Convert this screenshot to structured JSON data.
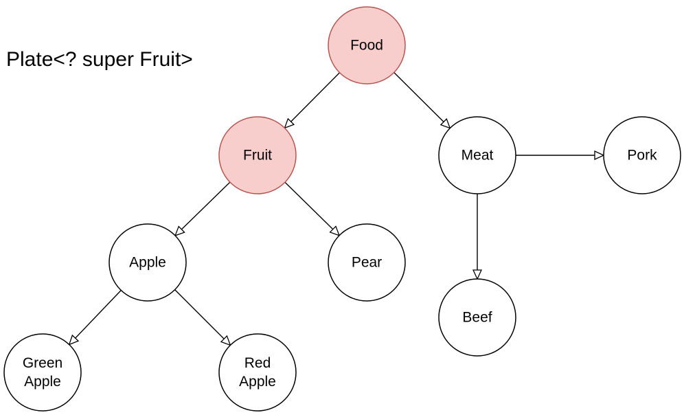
{
  "title": "Plate<? super Fruit>",
  "colors": {
    "highlight_fill": "#f8cecc",
    "highlight_stroke": "#b85450",
    "node_fill": "#ffffff",
    "node_stroke": "#000000",
    "edge": "#000000"
  },
  "nodes": {
    "food": {
      "lines": [
        "Food"
      ],
      "highlighted": true
    },
    "fruit": {
      "lines": [
        "Fruit"
      ],
      "highlighted": true
    },
    "meat": {
      "lines": [
        "Meat"
      ],
      "highlighted": false
    },
    "pork": {
      "lines": [
        "Pork"
      ],
      "highlighted": false
    },
    "apple": {
      "lines": [
        "Apple"
      ],
      "highlighted": false
    },
    "pear": {
      "lines": [
        "Pear"
      ],
      "highlighted": false
    },
    "beef": {
      "lines": [
        "Beef"
      ],
      "highlighted": false
    },
    "green_apple": {
      "lines": [
        "Green",
        "Apple"
      ],
      "highlighted": false
    },
    "red_apple": {
      "lines": [
        "Red",
        "Apple"
      ],
      "highlighted": false
    }
  },
  "edges": [
    {
      "from": "food",
      "to": "fruit"
    },
    {
      "from": "food",
      "to": "meat"
    },
    {
      "from": "meat",
      "to": "pork"
    },
    {
      "from": "meat",
      "to": "beef"
    },
    {
      "from": "fruit",
      "to": "apple"
    },
    {
      "from": "fruit",
      "to": "pear"
    },
    {
      "from": "apple",
      "to": "green_apple"
    },
    {
      "from": "apple",
      "to": "red_apple"
    }
  ]
}
